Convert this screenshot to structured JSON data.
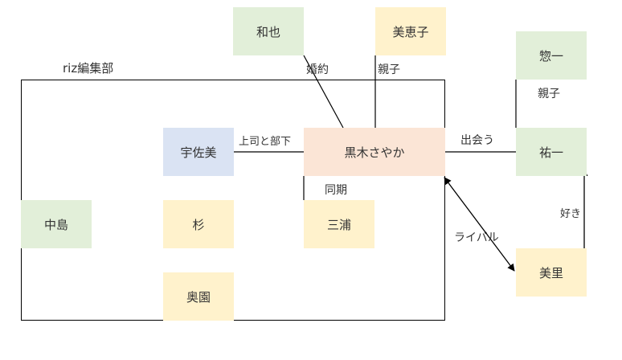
{
  "group": {
    "label": "riz編集部"
  },
  "nodes": {
    "kazuya": "和也",
    "emiko": "美恵子",
    "soichi": "惣一",
    "usami": "宇佐美",
    "kuroki": "黒木さやか",
    "yuichi": "祐一",
    "nakajima": "中島",
    "sugi": "杉",
    "miura": "三浦",
    "misato": "美里",
    "okuzono": "奥園"
  },
  "edges": {
    "engagement": "婚約",
    "parent_child_emiko": "親子",
    "parent_child_soichi": "親子",
    "boss_subordinate": "上司と部下",
    "meet": "出会う",
    "same_cohort": "同期",
    "rival": "ライバル",
    "likes": "好き"
  },
  "colors": {
    "green": "#e2efd9",
    "yellow": "#fff2cc",
    "blue": "#dae3f3",
    "peach": "#fbe5d6",
    "line": "#000000"
  }
}
